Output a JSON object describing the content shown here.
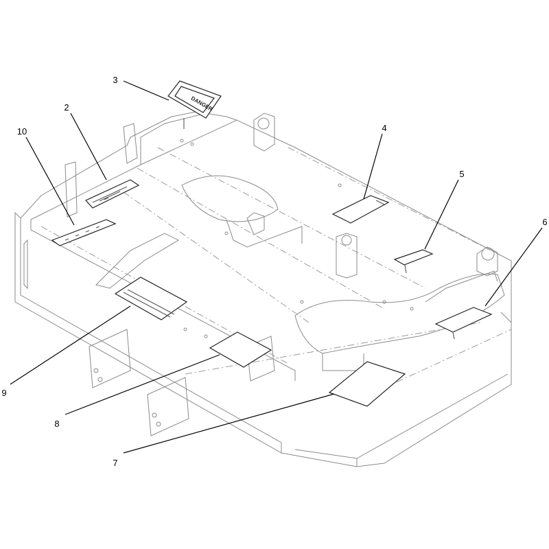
{
  "diagram": {
    "callouts": [
      "3",
      "2",
      "10",
      "4",
      "5",
      "6",
      "9",
      "8",
      "7"
    ],
    "danger_decal_text": "DANGER"
  }
}
